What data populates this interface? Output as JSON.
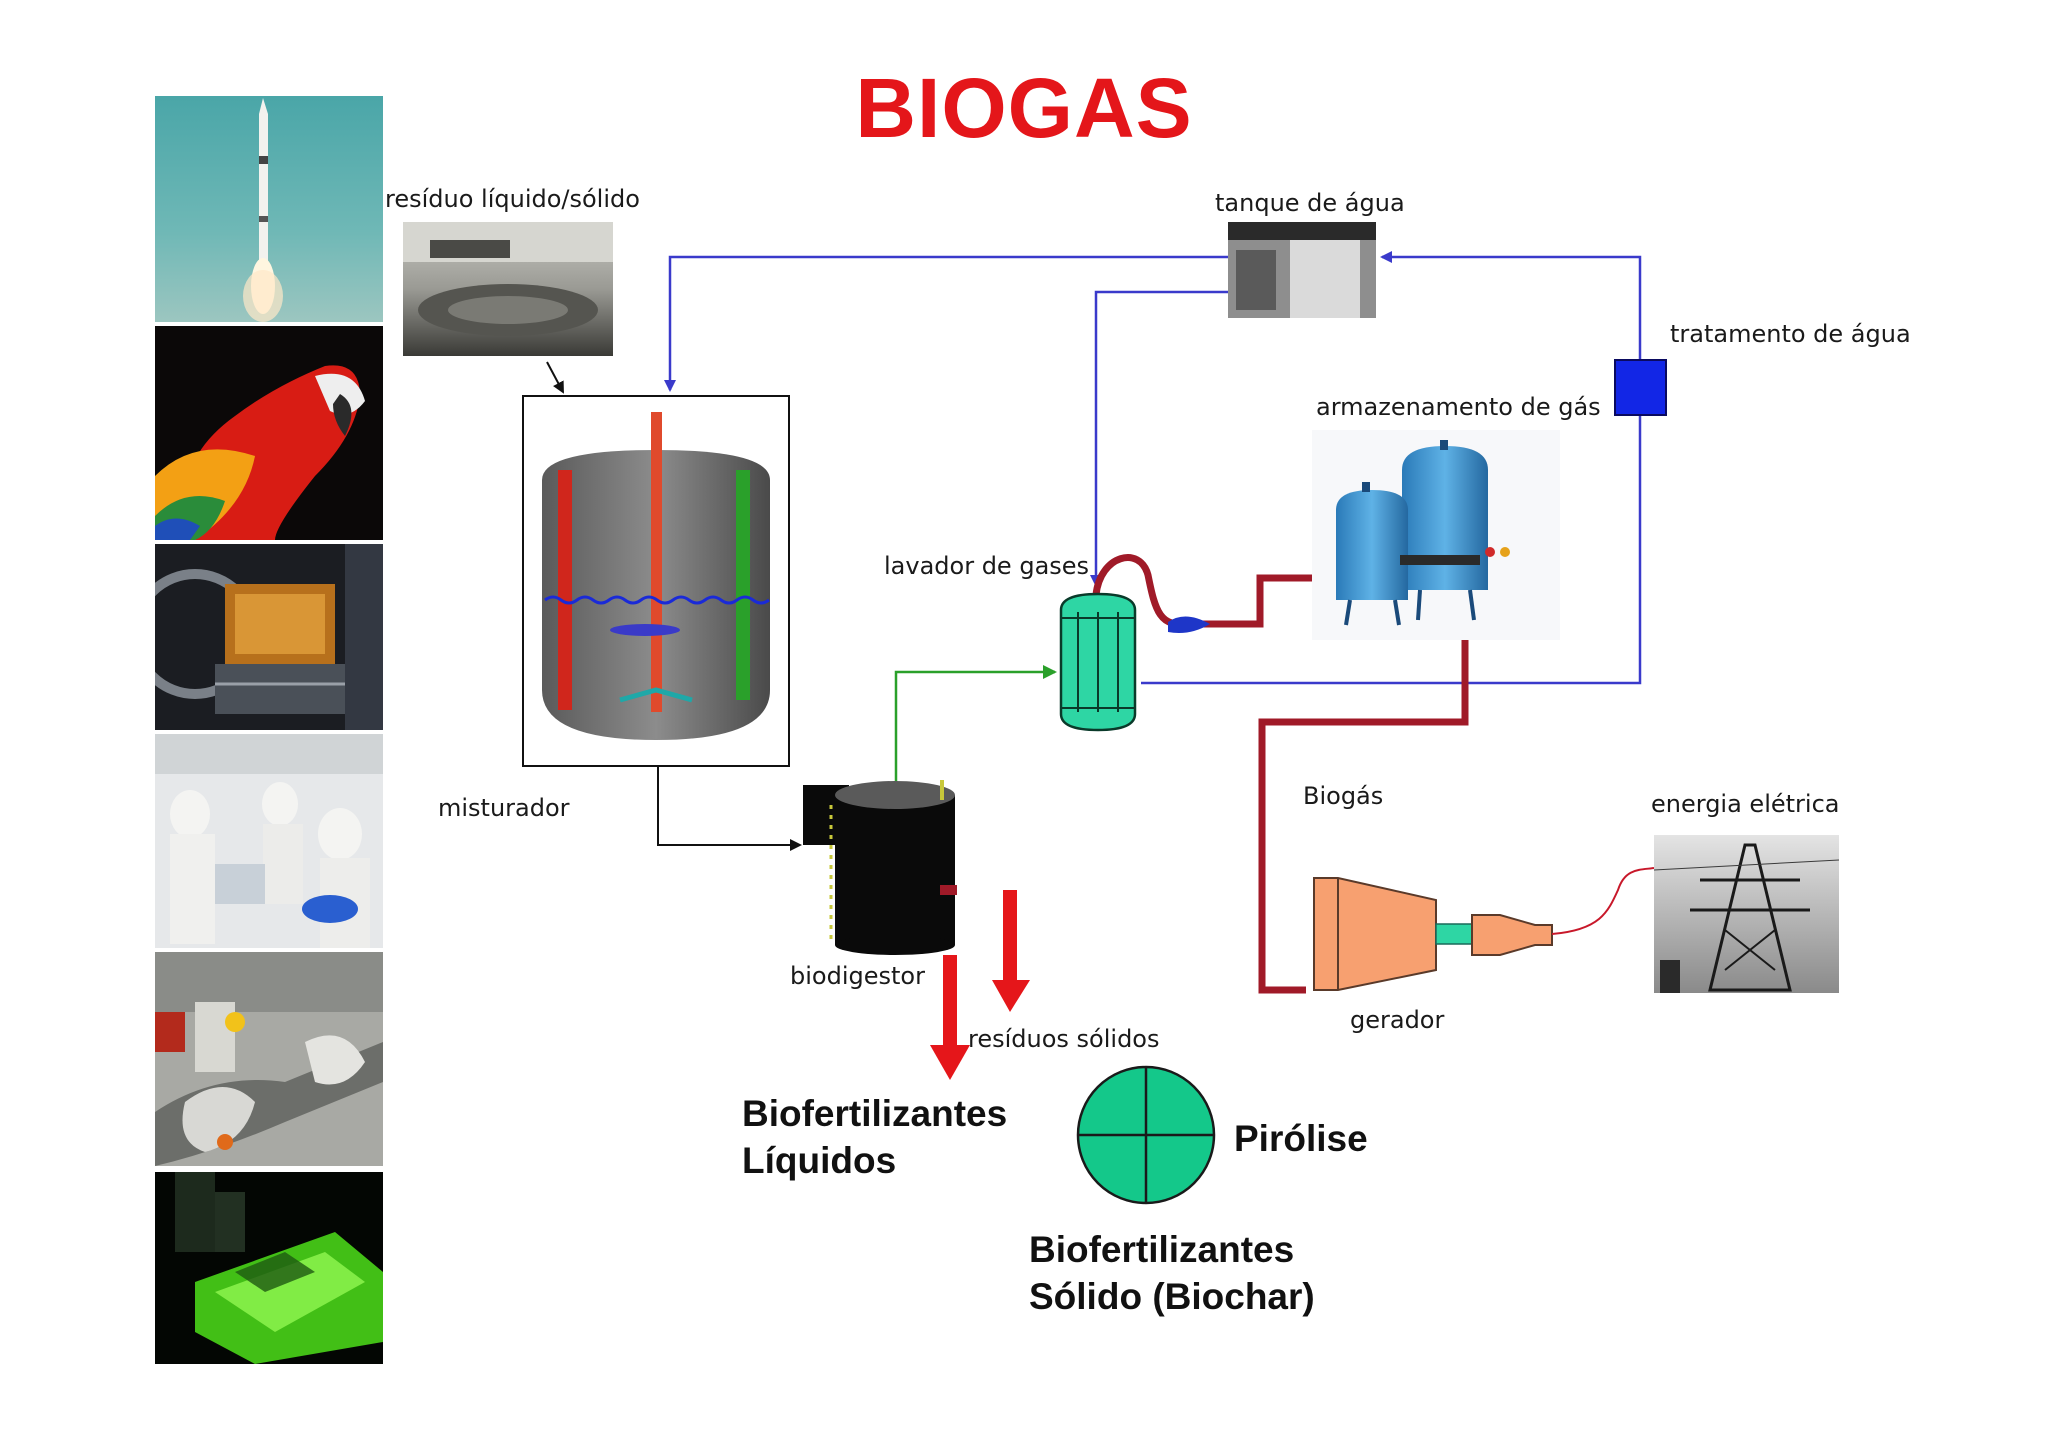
{
  "title": "BIOGAS",
  "labels": {
    "residuo": "resíduo líquido/sólido",
    "tanque": "tanque de água",
    "tratamento": "tratamento de água",
    "armazenamento": "armazenamento de gás",
    "lavador": "lavador de gases",
    "misturador": "misturador",
    "biodigestor": "biodigestor",
    "biogas": "Biogás",
    "energia": "energia elétrica",
    "gerador": "gerador",
    "residuos_solidos": "resíduos sólidos"
  },
  "outputs": {
    "liquid_line1": "Biofertilizantes",
    "liquid_line2": "Líquidos",
    "pirolise": "Pirólise",
    "solid_line1": "Biofertilizantes",
    "solid_line2": "Sólido (Biochar)"
  },
  "sidebar_photos": [
    "rocket-launch-photo",
    "macaw-parrot-photo",
    "satellite-assembly-photo",
    "cleanroom-workers-photo",
    "radioactive-lab-gloves-photo",
    "green-fluorescent-microscope-photo"
  ],
  "colors": {
    "title": "#e4161a",
    "water_line": "#3a3acb",
    "gas_line": "#a01a28",
    "biogas_feed_line": "#2aa02a",
    "washer": "#2ed6a4",
    "pyrolysis": "#14c88a",
    "arrow_red": "#e5161a",
    "water_treatment": "#1226e6",
    "generator": "#f7a070"
  }
}
